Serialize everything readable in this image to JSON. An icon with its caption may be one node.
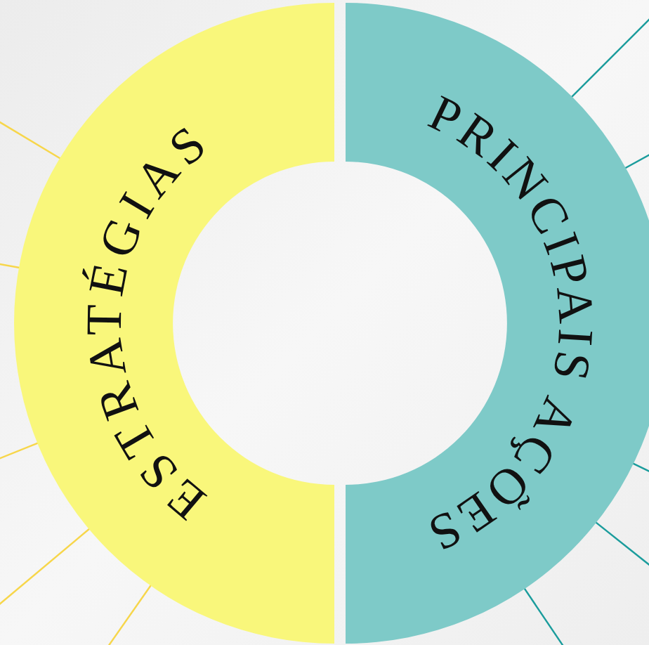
{
  "diagram": {
    "nodes": [
      {
        "text": [
          "ESTRATÉGIAS"
        ]
      },
      {
        "text": [
          "PRINCIPAIS AÇÕES"
        ]
      }
    ],
    "edges": [
      {
        "from": 0,
        "to": null,
        "arrow": "none",
        "color": "#f7d64a"
      },
      {
        "from": 0,
        "to": null,
        "arrow": "none",
        "color": "#f7d64a"
      },
      {
        "from": 0,
        "to": null,
        "arrow": "none",
        "color": "#f7d64a"
      },
      {
        "from": 0,
        "to": null,
        "arrow": "none",
        "color": "#f7d64a"
      },
      {
        "from": 0,
        "to": null,
        "arrow": "none",
        "color": "#f7d64a"
      },
      {
        "from": 1,
        "to": null,
        "arrow": "none",
        "color": "#1a9c9c"
      },
      {
        "from": 1,
        "to": null,
        "arrow": "none",
        "color": "#1a9c9c"
      },
      {
        "from": 1,
        "to": null,
        "arrow": "none",
        "color": "#1a9c9c"
      },
      {
        "from": 1,
        "to": null,
        "arrow": "none",
        "color": "#1a9c9c"
      },
      {
        "from": 1,
        "to": null,
        "arrow": "none",
        "color": "#1a9c9c"
      }
    ]
  }
}
